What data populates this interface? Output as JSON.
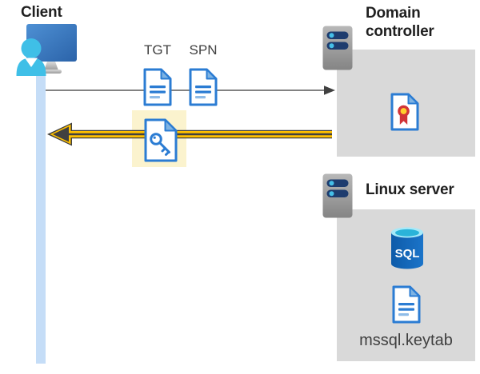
{
  "nodes": {
    "client": {
      "label": "Client"
    },
    "domain_controller": {
      "label": "Domain controller"
    },
    "linux_server": {
      "label": "Linux server",
      "sql_label": "SQL",
      "keytab_label": "mssql.keytab"
    }
  },
  "messages": {
    "request": {
      "direction": "client-to-domain-controller",
      "tickets": [
        {
          "label": "TGT"
        },
        {
          "label": "SPN"
        }
      ]
    },
    "response": {
      "direction": "domain-controller-to-client",
      "highlighted": true
    }
  },
  "colors": {
    "doc-blue": "#2B7CD3",
    "doc-fold": "#7EB3E3",
    "doc-line-light": "#8FBCE8",
    "box-gray": "#D9D9D9",
    "highlight-yellow": "#FBF3CE",
    "arrow-gold": "#FFC000",
    "arrow-dark": "#404040",
    "request-line-gray": "#595959",
    "lifeline-blue": "#C5DDF7",
    "server-navy": "#1E3C6E",
    "server-dot-cyan": "#45BFE8",
    "person-cyan": "#3FBFE7",
    "cert-red": "#D13438",
    "cert-gold": "#FFD02E",
    "sql-top-cyan": "#2AB3D9",
    "heading-text": "#1F1F1F",
    "label-text": "#404040"
  }
}
